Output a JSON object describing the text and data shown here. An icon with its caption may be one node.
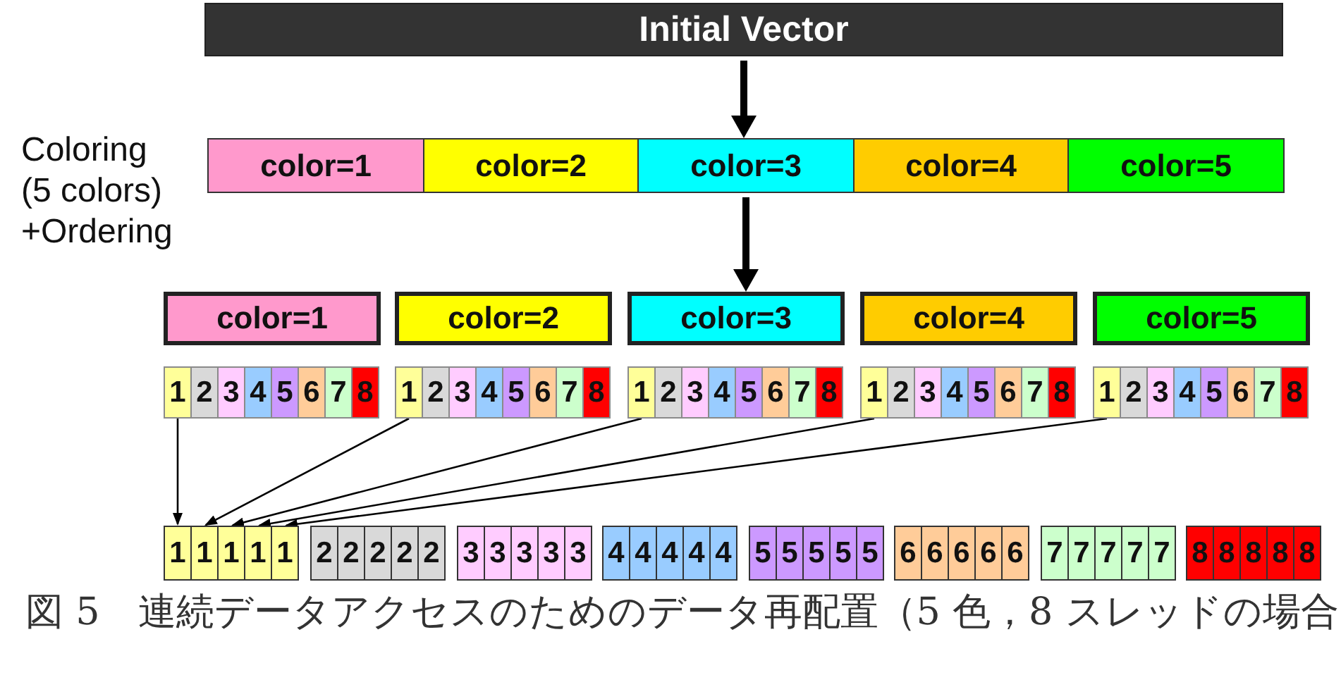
{
  "diagram": {
    "caption": "図 5　連続データアクセスのためのデータ再配置（5 色，8 スレッドの場合",
    "nodes": [
      {
        "text": [
          "Initial Vector"
        ]
      },
      {
        "text": [
          "color=1"
        ]
      },
      {
        "text": [
          "color=2"
        ]
      },
      {
        "text": [
          "color=3"
        ]
      },
      {
        "text": [
          "color=4"
        ]
      },
      {
        "text": [
          "color=5"
        ]
      },
      {
        "text": [
          "color=1"
        ]
      },
      {
        "text": [
          "color=2"
        ]
      },
      {
        "text": [
          "color=3"
        ]
      },
      {
        "text": [
          "color=4"
        ]
      },
      {
        "text": [
          "color=5"
        ]
      },
      {
        "text": [
          "1"
        ]
      },
      {
        "text": [
          "2"
        ]
      },
      {
        "text": [
          "3"
        ]
      },
      {
        "text": [
          "4"
        ]
      },
      {
        "text": [
          "5"
        ]
      },
      {
        "text": [
          "6"
        ]
      },
      {
        "text": [
          "7"
        ]
      },
      {
        "text": [
          "8"
        ]
      },
      {
        "text": [
          "1"
        ]
      },
      {
        "text": [
          "2"
        ]
      },
      {
        "text": [
          "3"
        ]
      },
      {
        "text": [
          "4"
        ]
      },
      {
        "text": [
          "5"
        ]
      },
      {
        "text": [
          "6"
        ]
      },
      {
        "text": [
          "7"
        ]
      },
      {
        "text": [
          "8"
        ]
      },
      {
        "text": [
          "1"
        ]
      },
      {
        "text": [
          "2"
        ]
      },
      {
        "text": [
          "3"
        ]
      },
      {
        "text": [
          "4"
        ]
      },
      {
        "text": [
          "5"
        ]
      },
      {
        "text": [
          "6"
        ]
      },
      {
        "text": [
          "7"
        ]
      },
      {
        "text": [
          "8"
        ]
      },
      {
        "text": [
          "1"
        ]
      },
      {
        "text": [
          "2"
        ]
      },
      {
        "text": [
          "3"
        ]
      },
      {
        "text": [
          "4"
        ]
      },
      {
        "text": [
          "5"
        ]
      },
      {
        "text": [
          "6"
        ]
      },
      {
        "text": [
          "7"
        ]
      },
      {
        "text": [
          "8"
        ]
      },
      {
        "text": [
          "1"
        ]
      },
      {
        "text": [
          "2"
        ]
      },
      {
        "text": [
          "3"
        ]
      },
      {
        "text": [
          "4"
        ]
      },
      {
        "text": [
          "5"
        ]
      },
      {
        "text": [
          "6"
        ]
      },
      {
        "text": [
          "7"
        ]
      },
      {
        "text": [
          "8"
        ]
      },
      {
        "text": [
          "1"
        ]
      },
      {
        "text": [
          "1"
        ]
      },
      {
        "text": [
          "1"
        ]
      },
      {
        "text": [
          "1"
        ]
      },
      {
        "text": [
          "1"
        ]
      },
      {
        "text": [
          "2"
        ]
      },
      {
        "text": [
          "2"
        ]
      },
      {
        "text": [
          "2"
        ]
      },
      {
        "text": [
          "2"
        ]
      },
      {
        "text": [
          "2"
        ]
      },
      {
        "text": [
          "3"
        ]
      },
      {
        "text": [
          "3"
        ]
      },
      {
        "text": [
          "3"
        ]
      },
      {
        "text": [
          "3"
        ]
      },
      {
        "text": [
          "3"
        ]
      },
      {
        "text": [
          "4"
        ]
      },
      {
        "text": [
          "4"
        ]
      },
      {
        "text": [
          "4"
        ]
      },
      {
        "text": [
          "4"
        ]
      },
      {
        "text": [
          "4"
        ]
      },
      {
        "text": [
          "5"
        ]
      },
      {
        "text": [
          "5"
        ]
      },
      {
        "text": [
          "5"
        ]
      },
      {
        "text": [
          "5"
        ]
      },
      {
        "text": [
          "5"
        ]
      },
      {
        "text": [
          "6"
        ]
      },
      {
        "text": [
          "6"
        ]
      },
      {
        "text": [
          "6"
        ]
      },
      {
        "text": [
          "6"
        ]
      },
      {
        "text": [
          "6"
        ]
      },
      {
        "text": [
          "7"
        ]
      },
      {
        "text": [
          "7"
        ]
      },
      {
        "text": [
          "7"
        ]
      },
      {
        "text": [
          "7"
        ]
      },
      {
        "text": [
          "7"
        ]
      },
      {
        "text": [
          "8"
        ]
      },
      {
        "text": [
          "8"
        ]
      },
      {
        "text": [
          "8"
        ]
      },
      {
        "text": [
          "8"
        ]
      },
      {
        "text": [
          "8"
        ]
      }
    ],
    "edges": [
      {
        "from": 0,
        "to": 3,
        "arrow": "to",
        "style": "thick"
      },
      {
        "from": 3,
        "to": 8,
        "arrow": "to",
        "style": "thick"
      },
      {
        "from": 11,
        "to": 51,
        "arrow": "to"
      },
      {
        "from": 19,
        "to": 52,
        "arrow": "to"
      },
      {
        "from": 27,
        "to": 53,
        "arrow": "to"
      },
      {
        "from": 35,
        "to": 54,
        "arrow": "to"
      },
      {
        "from": 43,
        "to": 55,
        "arrow": "to"
      }
    ],
    "labels": [
      "Coloring (5 colors) +Ordering"
    ]
  }
}
